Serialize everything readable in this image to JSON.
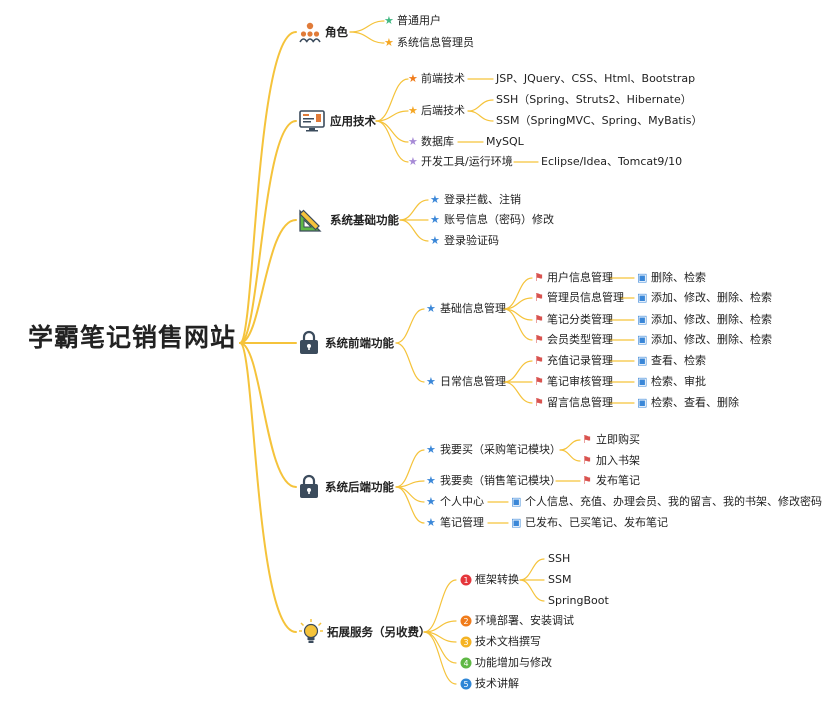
{
  "root": "学霸笔记销售网站",
  "branches": {
    "roles": {
      "label": "角色",
      "items": [
        "普通用户",
        "系统信息管理员"
      ]
    },
    "tech": {
      "label": "应用技术",
      "frontend": {
        "label": "前端技术",
        "value": "JSP、JQuery、CSS、Html、Bootstrap"
      },
      "backend": {
        "label": "后端技术",
        "values": [
          "SSH（Spring、Struts2、Hibernate）",
          "SSM（SpringMVC、Spring、MyBatis）"
        ]
      },
      "database": {
        "label": "数据库",
        "value": "MySQL"
      },
      "tools": {
        "label": "开发工具/运行环境",
        "value": "Eclipse/Idea、Tomcat9/10"
      }
    },
    "base": {
      "label": "系统基础功能",
      "items": [
        "登录拦截、注销",
        "账号信息（密码）修改",
        "登录验证码"
      ]
    },
    "frontfn": {
      "label": "系统前端功能",
      "basic": {
        "label": "基础信息管理",
        "rows": [
          {
            "label": "用户信息管理",
            "value": "删除、检索"
          },
          {
            "label": "管理员信息管理",
            "value": "添加、修改、删除、检索"
          },
          {
            "label": "笔记分类管理",
            "value": "添加、修改、删除、检索"
          },
          {
            "label": "会员类型管理",
            "value": "添加、修改、删除、检索"
          }
        ]
      },
      "daily": {
        "label": "日常信息管理",
        "rows": [
          {
            "label": "充值记录管理",
            "value": "查看、检索"
          },
          {
            "label": "笔记审核管理",
            "value": "检索、审批"
          },
          {
            "label": "留言信息管理",
            "value": "检索、查看、删除"
          }
        ]
      }
    },
    "backfn": {
      "label": "系统后端功能",
      "buy": {
        "label": "我要买（采购笔记模块）",
        "items": [
          "立即购买",
          "加入书架"
        ]
      },
      "sell": {
        "label": "我要卖（销售笔记模块）",
        "item": "发布笔记"
      },
      "center": {
        "label": "个人中心",
        "item": "个人信息、充值、办理会员、我的留言、我的书架、修改密码"
      },
      "notes": {
        "label": "笔记管理",
        "item": "已发布、已买笔记、发布笔记"
      }
    },
    "ext": {
      "label": "拓展服务（另收费）",
      "frame": {
        "label": "框架转换",
        "items": [
          "SSH",
          "SSM",
          "SpringBoot"
        ]
      },
      "items": [
        "环境部署、安装调试",
        "技术文档撰写",
        "功能增加与修改",
        "技术讲解"
      ],
      "numbers": [
        "1",
        "2",
        "3",
        "4",
        "5"
      ]
    }
  },
  "colors": {
    "line": "#f5c33b",
    "star_green": "#41b883",
    "star_orange": "#f5a623",
    "star_red_orange": "#f07c1b",
    "star_purple": "#a78bd6",
    "star_blue": "#3a87d8",
    "flag_red": "#d9534f",
    "person_blue": "#3a87d8",
    "num": [
      "#e5363b",
      "#f07c1b",
      "#f5b323",
      "#5fb845",
      "#2f86d6"
    ]
  }
}
